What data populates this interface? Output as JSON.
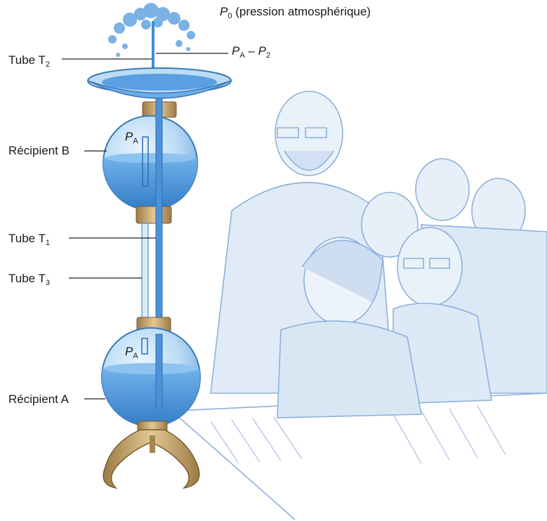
{
  "labels": {
    "p0": {
      "symbol": "P",
      "sub": "0",
      "text": "(pression atmosphérique)"
    },
    "pa_minus_p2": {
      "symbol_a": "P",
      "sub_a": "A",
      "minus": "–",
      "symbol_b": "P",
      "sub_b": "2"
    },
    "tube_t2": {
      "text": "Tube T",
      "sub": "2"
    },
    "recipient_b": {
      "text": "Récipient B"
    },
    "tube_t1": {
      "text": "Tube T",
      "sub": "1"
    },
    "tube_t3": {
      "text": "Tube T",
      "sub": "3"
    },
    "recipient_a": {
      "text": "Récipient A"
    },
    "pa_upper": {
      "symbol": "P",
      "sub": "A"
    },
    "pa_lower": {
      "symbol": "P",
      "sub": "A"
    }
  },
  "colors": {
    "water": "#3d8fd6",
    "glass": "#bcdcf5",
    "brass": "#c6a468",
    "sketch": "#7aa3d4",
    "text": "#1a1a1a"
  }
}
